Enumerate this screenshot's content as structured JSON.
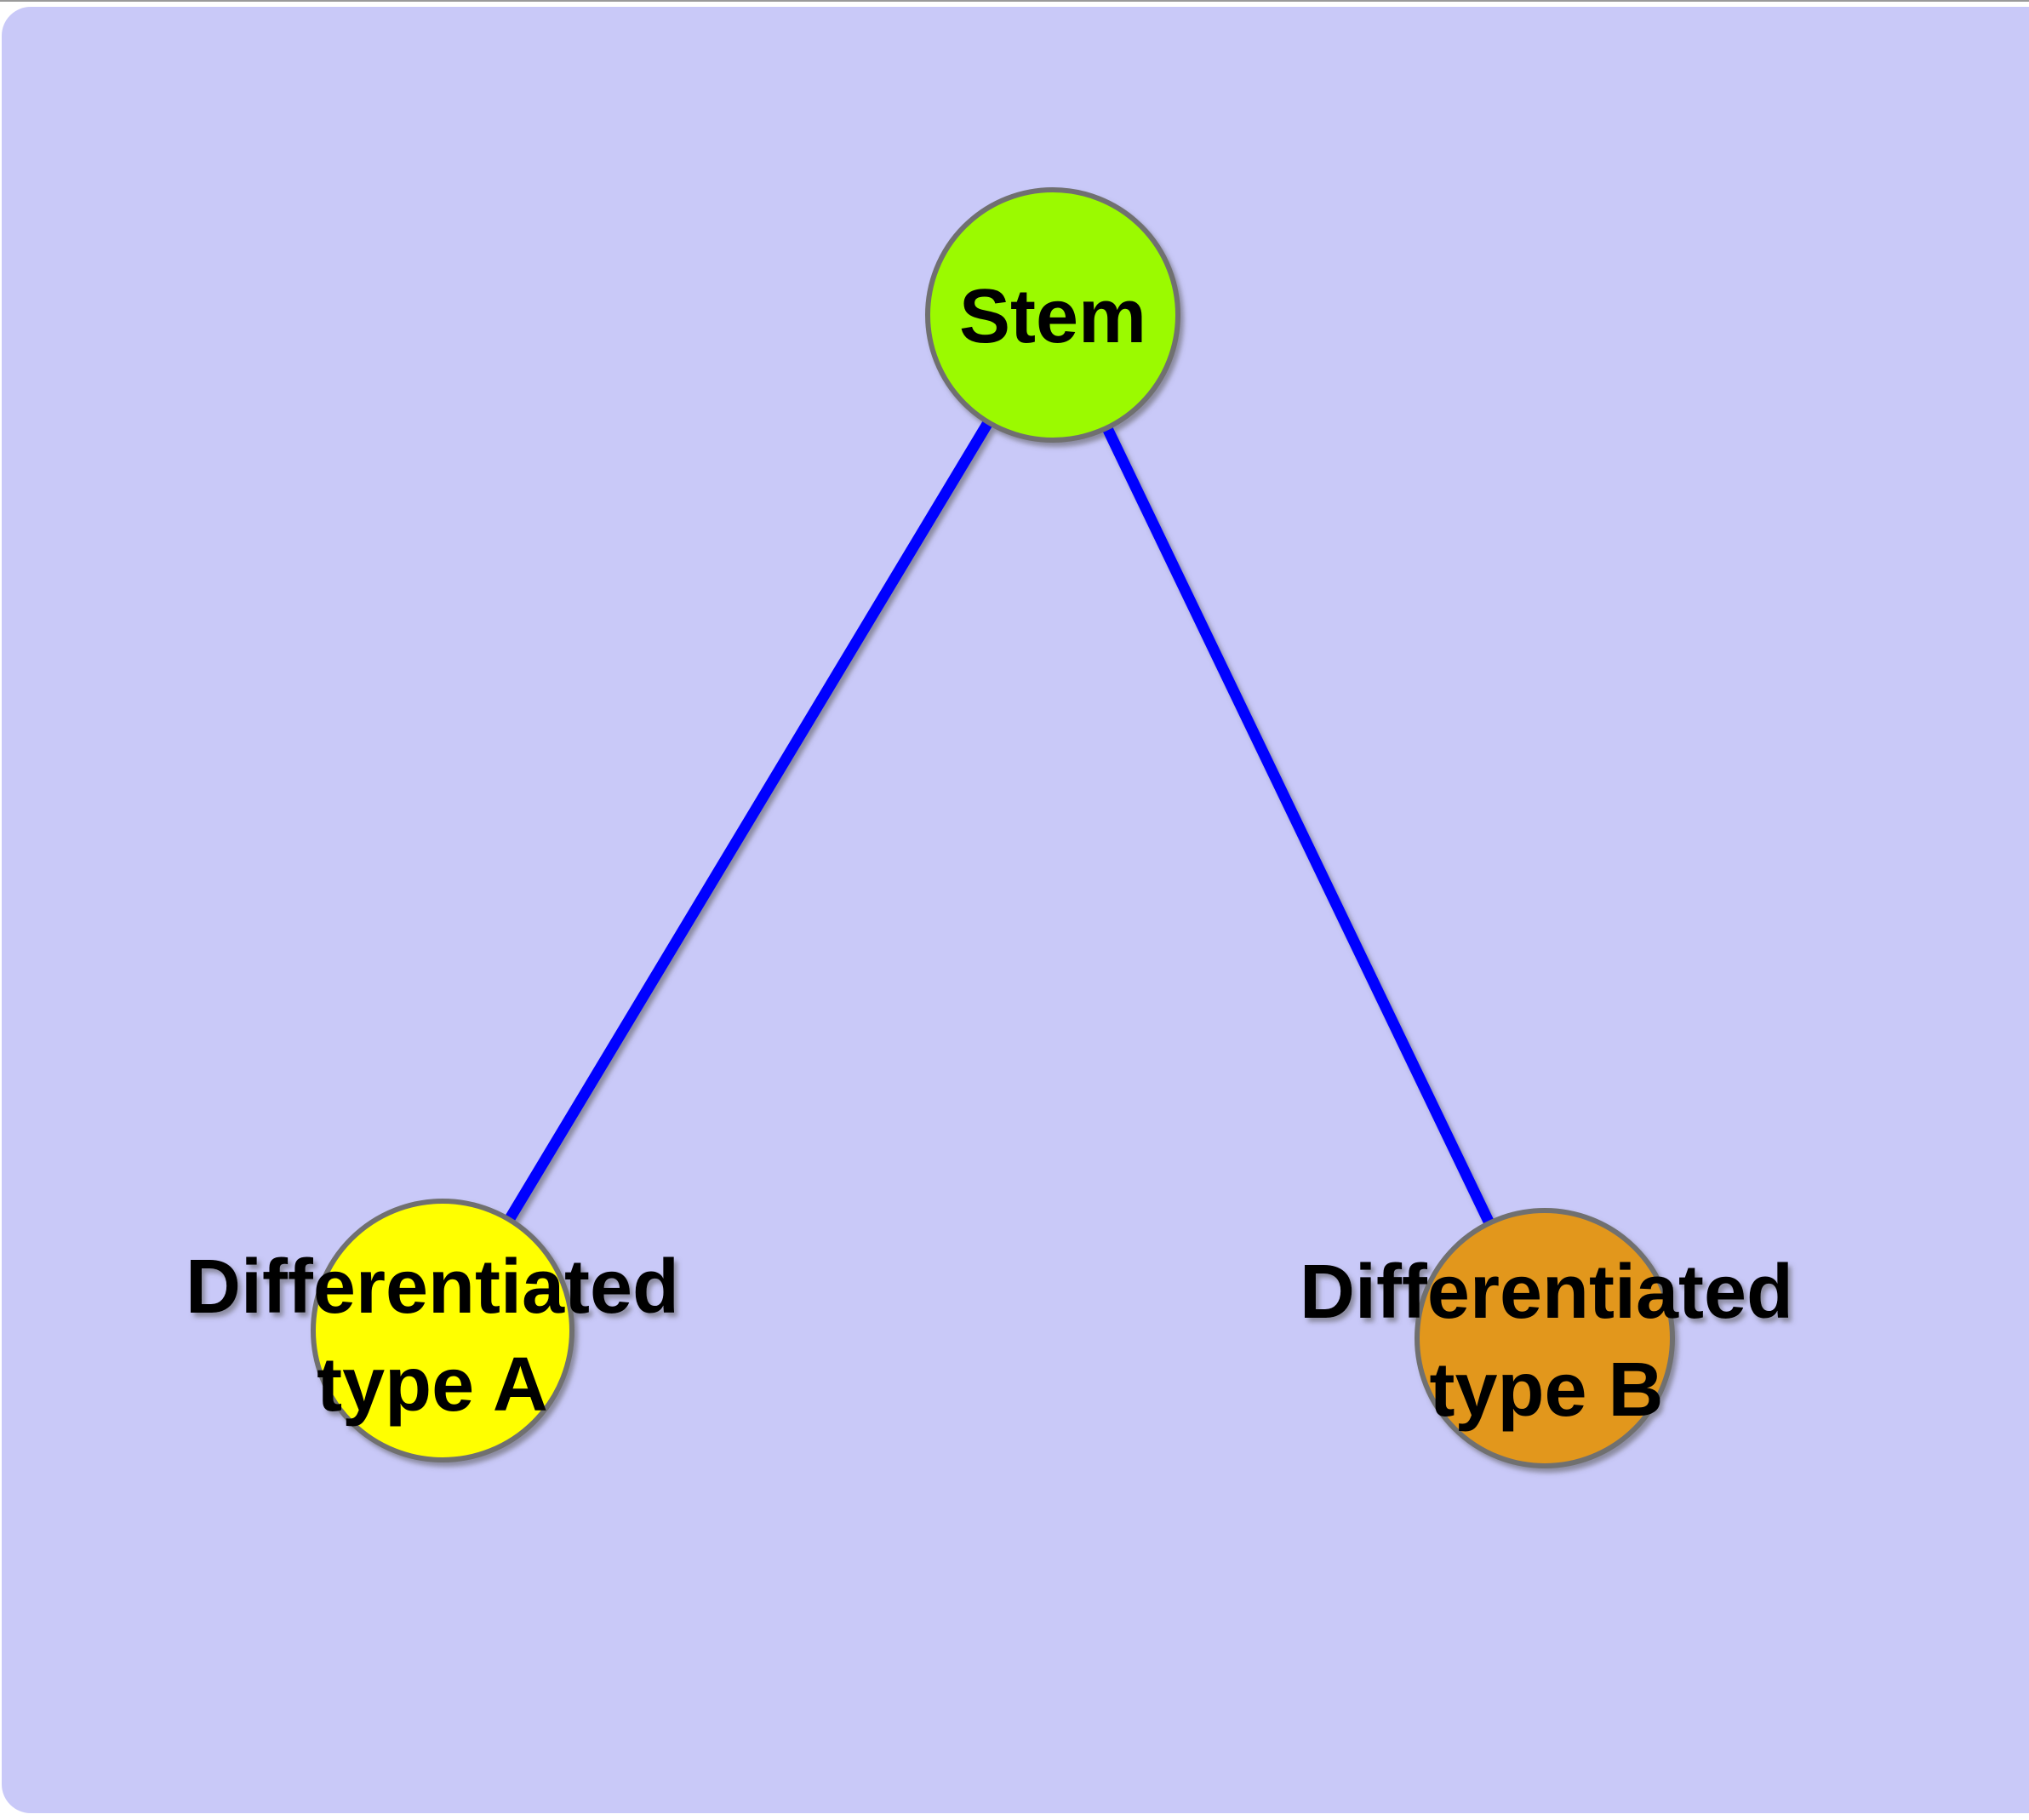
{
  "canvas": {
    "background_color": "#c9c9f8",
    "frame_color": "#ffffff",
    "top_edge_line_color": "#9a9a9a"
  },
  "graph": {
    "label_color": "#000000",
    "nodes": [
      {
        "id": "stem",
        "label": "Stem",
        "fill_color": "#9bfa00",
        "border_color": "#707070"
      },
      {
        "id": "differentiated-type-a",
        "label_line1": "Differentiated",
        "label_line2": "type A",
        "fill_color": "#ffff00",
        "border_color": "#707070"
      },
      {
        "id": "differentiated-type-b",
        "label_line1": "Differentiated",
        "label_line2": "type B",
        "fill_color": "#e2971f",
        "border_color": "#707070"
      }
    ],
    "edges": [
      {
        "from": "Stem",
        "to": "Differentiated type A",
        "color": "#0000ff"
      },
      {
        "from": "Stem",
        "to": "Differentiated type B",
        "color": "#0000ff"
      }
    ]
  }
}
